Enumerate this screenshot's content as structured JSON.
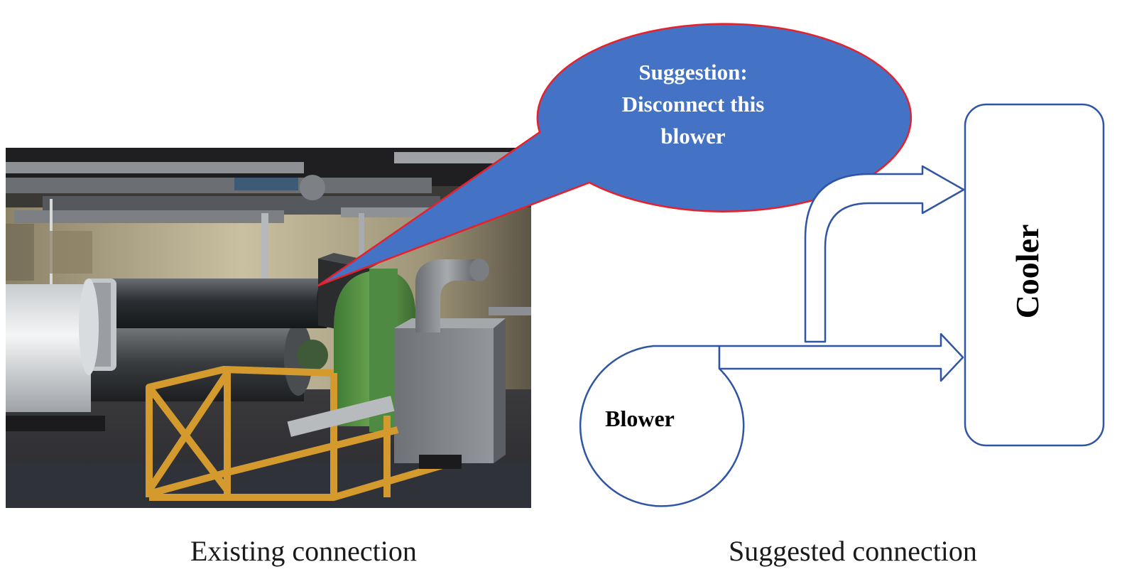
{
  "callout": {
    "line1": "Suggestion:",
    "line2": "Disconnect this",
    "line3": "blower",
    "fill_color": "#4472C4",
    "border_color": "#E8202A",
    "text_color": "#FFFFFF"
  },
  "diagram": {
    "blower_label": "Blower",
    "cooler_label": "Cooler",
    "outline_color": "#2F55A4"
  },
  "captions": {
    "left": "Existing connection",
    "right": "Suggested connection"
  },
  "photo": {
    "subject": "industrial blower with insulated pipes, green centrifugal fan, grey box and orange stand"
  }
}
